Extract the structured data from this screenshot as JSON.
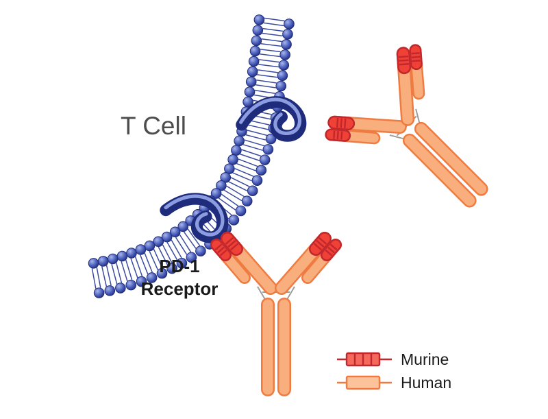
{
  "diagram": {
    "t_cell_label": "T Cell",
    "receptor_label_line1": "PD-1",
    "receptor_label_line2": "Receptor"
  },
  "legend": {
    "items": [
      {
        "id": "murine",
        "label": "Murine"
      },
      {
        "id": "human",
        "label": "Human"
      }
    ]
  },
  "colors": {
    "background": "#FFFFFF",
    "membrane_dark": "#1F2C7B",
    "membrane_tail": "#3A4AA0",
    "bead_light": "#A9B7E9",
    "bead_mid": "#4F63C0",
    "receptor_light": "#8C9CE0",
    "orange": "#F9AE7E",
    "orange_dark": "#EF7B41",
    "red": "#EF4136",
    "red_dark": "#C1272D",
    "hinge": "#9D9D9C",
    "text_dark": "#1A1A1A",
    "text_gray": "#4D4D4D"
  }
}
